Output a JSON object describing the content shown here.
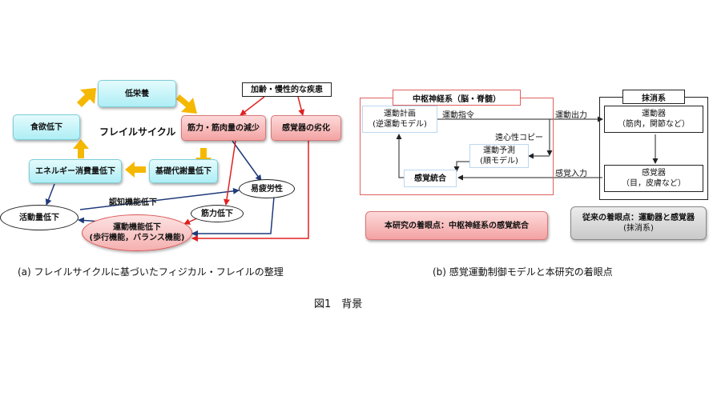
{
  "figure_title": "図1　背景",
  "left": {
    "caption": "(a) フレイルサイクルに基づいたフィジカル・フレイルの整理",
    "cycle_title": "フレイルサイクル",
    "nodes": {
      "malnutrition": "低栄養",
      "appetite_loss": "食欲低下",
      "muscle_loss": "筋力・筋肉量の減少",
      "sensory_decline": "感覚器の劣化",
      "aging_disease": "加齢・慢性的な疾患",
      "energy_use_down": "エネルギー消費量低下",
      "bmr_down": "基礎代謝量低下",
      "fatigue": "易疲労性",
      "cognitive_down": "認知機能低下",
      "activity_down": "活動量低下",
      "strength_down": "筋力低下",
      "motor_down_line1": "運動機能低下",
      "motor_down_line2": "(歩行機能，バランス機能)"
    }
  },
  "right": {
    "caption": "(b) 感覚運動制御モデルと本研究の着眼点",
    "cns_title": "中枢神経系（脳・脊髄）",
    "peripheral_title": "抹消系",
    "motor_plan_line1": "運動計画",
    "motor_plan_line2": "(逆運動モデル)",
    "motor_predict_line1": "運動予測",
    "motor_predict_line2": "(順モデル)",
    "sensory_integration": "感覚統合",
    "effector_line1": "運動器",
    "effector_line2": "（筋肉，関節など）",
    "receptor_line1": "感覚器",
    "receptor_line2": "（目，皮膚など）",
    "label_motor_command": "運動指令",
    "label_efference_copy": "遠心性コピー",
    "label_motor_output": "運動出力",
    "label_sensory_input": "感覚入力",
    "focus_this_study": "本研究の着眼点：中枢神経系の感覚統合",
    "focus_conventional_line1": "従来の着眼点：運動器と感覚器",
    "focus_conventional_line2": "(抹消系)"
  },
  "colors": {
    "cycle_arrow": "#f5b800",
    "navy_arrow": "#1f3a7a",
    "red_arrow": "#e02020",
    "cyan_fill": "#aeeef5",
    "pink_fill": "#f3a3a3",
    "cns_border": "#e06060",
    "node_border": "#bcd7ef"
  }
}
